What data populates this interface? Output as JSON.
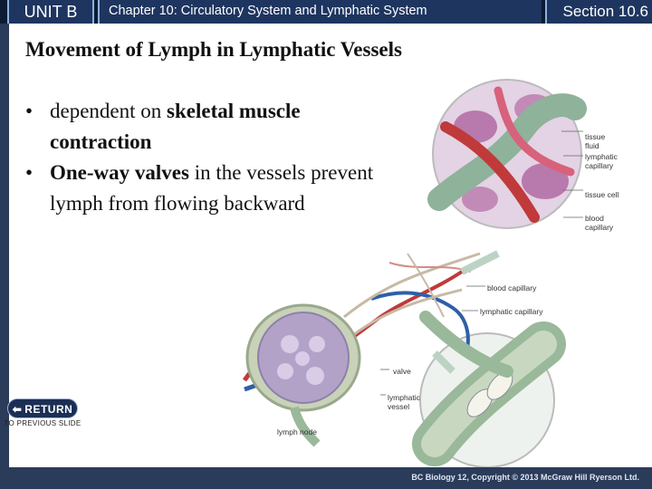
{
  "header": {
    "unit": "UNIT B",
    "chapter": "Chapter 10: Circulatory System and Lymphatic System",
    "section": "Section 10.6"
  },
  "slide": {
    "title": "Movement of Lymph in Lymphatic Vessels",
    "bullets": [
      {
        "pre": "dependent on ",
        "bold": "skeletal muscle contraction",
        "post": ""
      },
      {
        "pre": "",
        "bold": "One-way valves",
        "post": " in the vessels prevent lymph from flowing backward"
      }
    ]
  },
  "figure": {
    "labels": {
      "tissue_fluid": "tissue fluid",
      "lymphatic_capillary_top": "lymphatic capillary",
      "tissue_cell": "tissue cell",
      "blood_capillary_top": "blood capillary",
      "blood_capillary_mid": "blood capillary",
      "lymphatic_capillary_mid": "lymphatic capillary",
      "valve": "valve",
      "lymphatic_vessel": "lymphatic vessel",
      "lymph_node": "lymph node"
    },
    "colors": {
      "blood": "#c0393b",
      "vein": "#2f5fa8",
      "lymph": "#9ab89a",
      "tissue": "#d9a0c2",
      "node": "#b3a2c8"
    }
  },
  "nav": {
    "return_label": "RETURN",
    "return_sub": "TO PREVIOUS SLIDE"
  },
  "footer": {
    "copyright": "BC Biology 12, Copyright © 2013 McGraw Hill Ryerson Ltd."
  }
}
